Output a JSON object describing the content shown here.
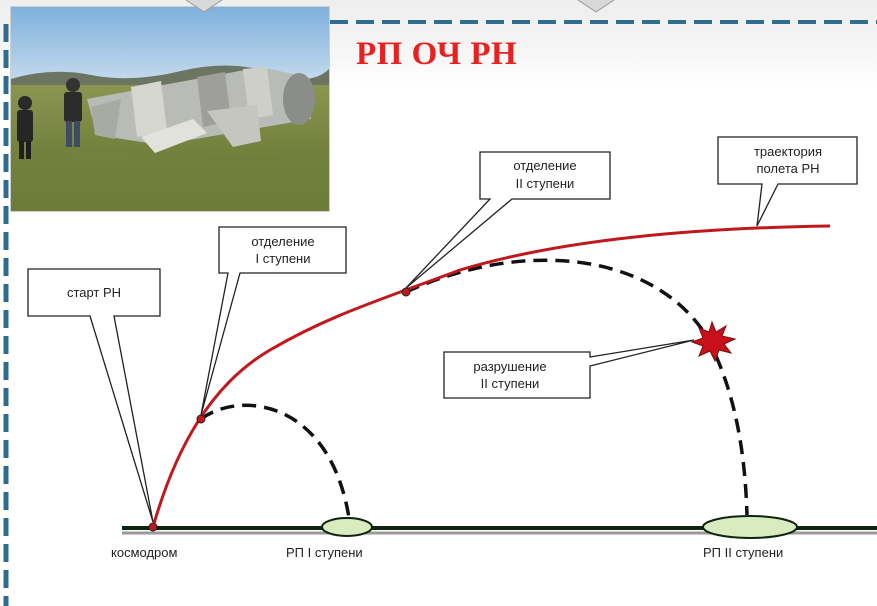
{
  "slide": {
    "title": "РП ОЧ РН",
    "accent_color": "#e8201f",
    "border_color": "#2e6d8e"
  },
  "photo": {
    "icon": "rocket-stage-wreckage-photo"
  },
  "callouts": {
    "launch": {
      "line1": "старт РН"
    },
    "stage1_separation": {
      "line1": "отделение",
      "line2": "I ступени"
    },
    "stage2_separation": {
      "line1": "отделение",
      "line2": "II ступени"
    },
    "trajectory": {
      "line1": "траектория",
      "line2": "полета РН"
    },
    "stage2_destruction": {
      "line1": "разрушение",
      "line2": "II ступени"
    }
  },
  "ground_labels": {
    "cosmodrome": "космодром",
    "impact1": "РП I ступени",
    "impact2": "РП II ступени"
  },
  "colors": {
    "trajectory": "#c0181c",
    "ground": "#0e2410",
    "impact_zone_fill": "#d8ecc0",
    "explosion": "#c8101a"
  }
}
